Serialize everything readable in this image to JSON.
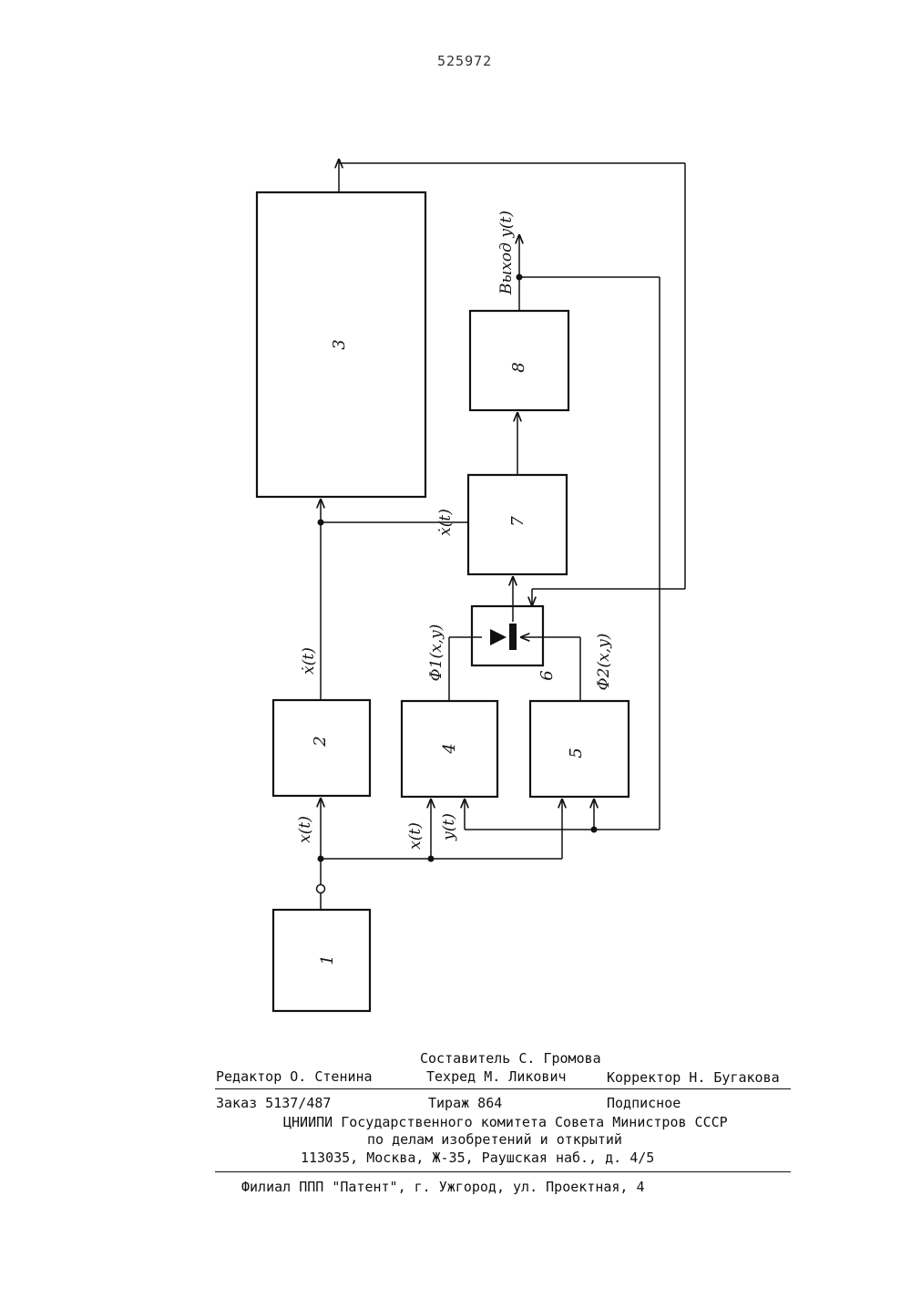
{
  "page_number": "525972",
  "diagram": {
    "blocks": [
      {
        "id": "block-1",
        "label": "1"
      },
      {
        "id": "block-2",
        "label": "2"
      },
      {
        "id": "block-3",
        "label": "3"
      },
      {
        "id": "block-4",
        "label": "4"
      },
      {
        "id": "block-5",
        "label": "5"
      },
      {
        "id": "block-6",
        "label": "6"
      },
      {
        "id": "block-7",
        "label": "7"
      },
      {
        "id": "block-8",
        "label": "8"
      }
    ],
    "signals": {
      "x_t_main": "x(t)",
      "xdot_t": "ẋ(t)",
      "xdot_t_7": "ẋ(t)",
      "x_t_4": "x(t)",
      "y_t_4": "y(t)",
      "phi1": "Φ1(x,y)",
      "phi2": "Φ2(x,y)",
      "output": "Выход y(t)"
    }
  },
  "imprint": {
    "compiler": "Составитель С. Громова",
    "editor": "Редактор  О. Стенина",
    "techred": "Техред М. Ликович",
    "corrector": "Корректор Н. Бугакова",
    "order": "Заказ 5137/487",
    "circulation": "Тираж 864",
    "subscription": "Подписное",
    "org_line1": "ЦНИИПИ Государственного комитета Совета Министров СССР",
    "org_line2": "по делам изобретений и открытий",
    "address": "113035, Москва, Ж-35, Раушская наб., д. 4/5",
    "branch": "Филиал ППП \"Патент\", г. Ужгород, ул. Проектная, 4"
  }
}
